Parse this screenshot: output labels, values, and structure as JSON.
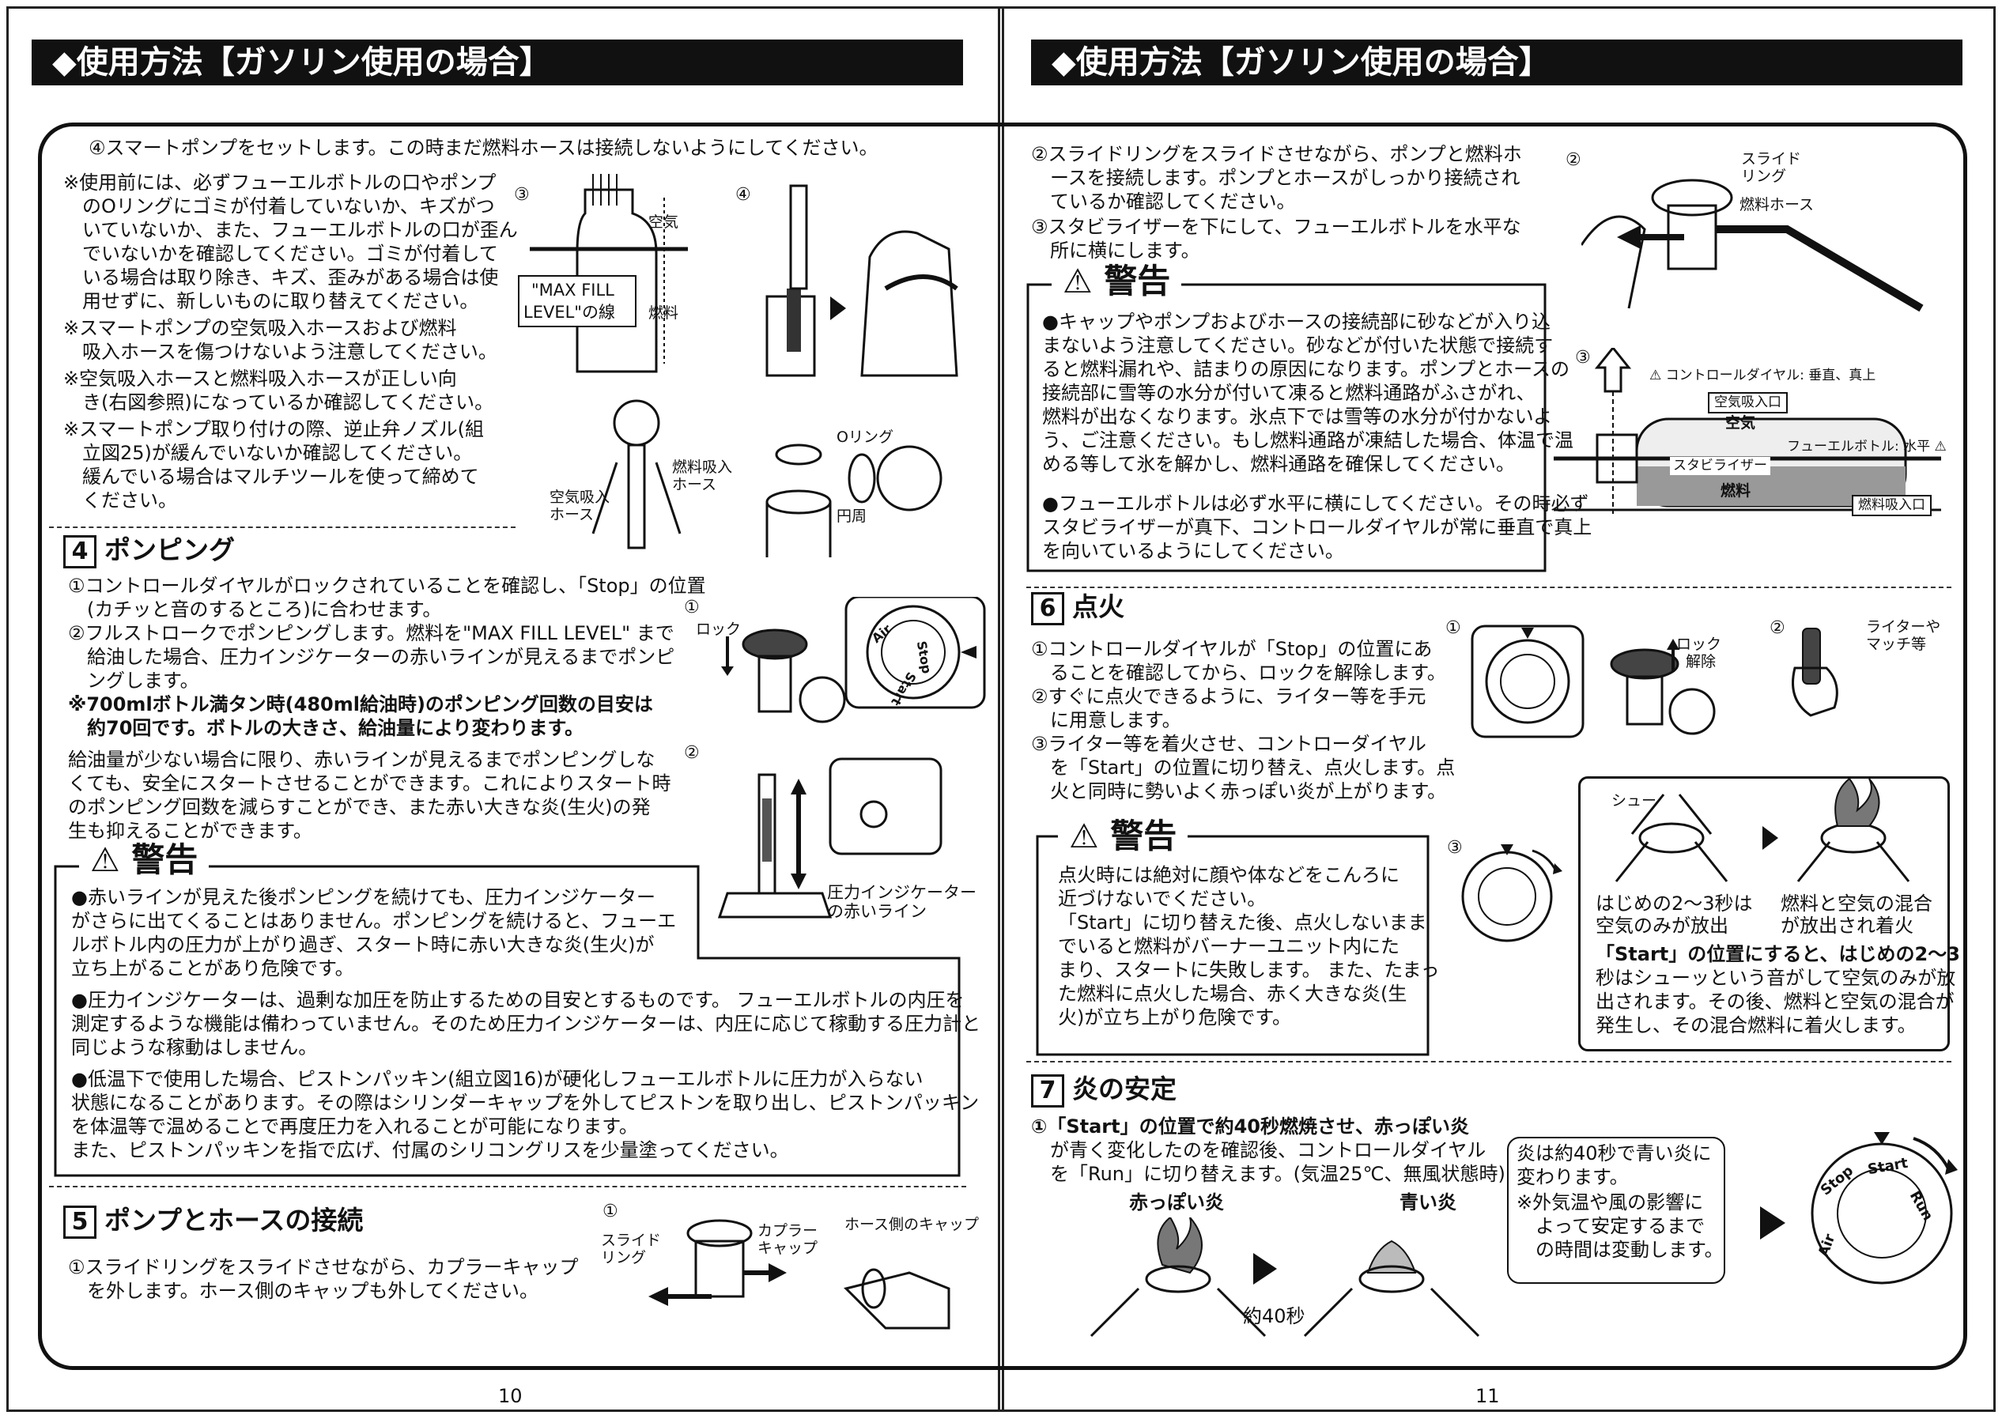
{
  "left": {
    "header": "◆使用方法【ガソリン使用の場合】",
    "intro4": "④スマートポンプをセットします。この時まだ燃料ホースは接続しないようにしてください。",
    "notes": [
      [
        "※使用前には、必ずフューエルボトルの口やポンプ",
        "のOリングにゴミが付着していないか、キズがつ",
        "いていないか、また、フューエルボトルの口が歪ん",
        "でいないかを確認してください。ゴミが付着して",
        "いる場合は取り除き、キズ、歪みがある場合は使",
        "用せずに、新しいものに取り替えてください。"
      ],
      [
        "※スマートポンプの空気吸入ホースおよび燃料",
        "吸入ホースを傷つけないよう注意してください。"
      ],
      [
        "※空気吸入ホースと燃料吸入ホースが正しい向",
        "き(右図参照)になっているか確認してください。"
      ],
      [
        "※スマートポンプ取り付けの際、逆止弁ノズル(組",
        "立図25)が緩んでいないか確認してください。",
        "緩んでいる場合はマルチツールを使って締めて",
        "ください。"
      ]
    ],
    "fig3": {
      "num": "③",
      "air": "空気",
      "fuel": "燃料",
      "maxfill_1": "\"MAX FILL",
      "maxfill_2": "LEVEL\"の線"
    },
    "fig4": {
      "num": "④"
    },
    "pump_labels": {
      "air_hose_1": "空気吸入",
      "air_hose_2": "ホース",
      "fuel_hose_1": "燃料吸入",
      "fuel_hose_2": "ホース",
      "oring": "Oリング",
      "circle": "円周"
    },
    "s4": {
      "num": "4",
      "title": "ポンピング",
      "p1": [
        "①コントロールダイヤルがロックされていることを確認し、「Stop」の位置",
        "　(カチッと音のするところ)に合わせます。"
      ],
      "p2": [
        "②フルストロークでポンピングします。燃料を\"MAX FILL LEVEL\" まで",
        "　給油した場合、圧力インジケーターの赤いラインが見えるまでポンピ",
        "　ングします。"
      ],
      "bold": [
        "※700mlボトル満タン時(480ml給油時)のポンピング回数の目安は",
        "　約70回です。ボトルの大きさ、給油量により変わります。"
      ],
      "para": [
        "給油量が少ない場合に限り、赤いラインが見えるまでポンピングしな",
        "くても、安全にスタートさせることができます。これによりスタート時",
        "のポンピング回数を減らすことができ、また赤い大きな炎(生火)の発",
        "生も抑えることができます。"
      ],
      "fig1": "①",
      "lock": "ロック",
      "fig2": "②",
      "indicator_1": "圧力インジケーター",
      "indicator_2": "の赤いライン",
      "dial": {
        "air": "Air",
        "stop": "Stop",
        "start": "Start"
      }
    },
    "warn": {
      "title": "警告",
      "b1": [
        "●赤いラインが見えた後ポンピングを続けても、圧力インジケーター",
        "がさらに出てくることはありません。ポンピングを続けると、フューエ",
        "ルボトル内の圧力が上がり過ぎ、スタート時に赤い大きな炎(生火)が",
        "立ち上がることがあり危険です。"
      ],
      "b2": [
        "●圧力インジケーターは、過剰な加圧を防止するための目安とするものです。 フューエルボトルの内圧を",
        "測定するような機能は備わっていません。そのため圧力インジケーターは、内圧に応じて稼動する圧力計と",
        "同じような稼動はしません。"
      ],
      "b3": [
        "●低温下で使用した場合、ピストンパッキン(組立図16)が硬化しフューエルボトルに圧力が入らない",
        "状態になることがあります。その際はシリンダーキャップを外してピストンを取り出し、ピストンパッキン",
        "を体温等で温めることで再度圧力を入れることが可能になります。",
        "また、ピストンパッキンを指で広げ、付属のシリコングリスを少量塗ってください。"
      ]
    },
    "s5": {
      "num": "5",
      "title": "ポンプとホースの接続",
      "p1": [
        "①スライドリングをスライドさせながら、カプラーキャップ",
        "　を外します。ホース側のキャップも外してください。"
      ],
      "fig1": "①",
      "slide_1": "スライド",
      "slide_2": "リング",
      "coupler_1": "カプラー",
      "coupler_2": "キャップ",
      "hosecap": "ホース側のキャップ"
    },
    "page": "10"
  },
  "right": {
    "header": "◆使用方法【ガソリン使用の場合】",
    "p2": [
      "②スライドリングをスライドさせながら、ポンプと燃料ホ",
      "　ースを接続します。ポンプとホースがしっかり接続され",
      "　ているか確認してください。"
    ],
    "p3": [
      "③スタビライザーを下にして、フューエルボトルを水平な",
      "　所に横にします。"
    ],
    "fig2": {
      "num": "②",
      "slide_1": "スライド",
      "slide_2": "リング",
      "fuel_hose": "燃料ホース"
    },
    "warn": {
      "title": "警告",
      "b1": [
        "●キャップやポンプおよびホースの接続部に砂などが入り込",
        "まないよう注意してください。砂などが付いた状態で接続す",
        "ると燃料漏れや、詰まりの原因になります。ポンプとホースの",
        "接続部に雪等の水分が付いて凍ると燃料通路がふさがれ、",
        "燃料が出なくなります。氷点下では雪等の水分が付かないよ",
        "う、ご注意ください。もし燃料通路が凍結した場合、体温で温",
        "める等して氷を解かし、燃料通路を確保してください。"
      ],
      "b2": [
        "●フューエルボトルは必ず水平に横にしてください。その時必ず",
        "スタビライザーが真下、コントロールダイヤルが常に垂直で真上",
        "を向いているようにしてください。"
      ]
    },
    "fig3": {
      "num": "③",
      "dial_note": "コントロールダイヤル: 垂直、真上",
      "air_in": "空気吸入口",
      "air": "空気",
      "bottle": "フューエルボトル: 水平",
      "stabilizer": "スタビライザー",
      "fuel": "燃料",
      "fuel_in": "燃料吸入口"
    },
    "s6": {
      "num": "6",
      "title": "点火",
      "p1": [
        "①コントロールダイヤルが「Stop」の位置にあ",
        "　ることを確認してから、ロックを解除します。"
      ],
      "p2": [
        "②すぐに点火できるように、ライター等を手元",
        "　に用意します。"
      ],
      "p3": [
        "③ライター等を着火させ、コントローダイヤル",
        "　を「Start」の位置に切り替え、点火します。点",
        "　火と同時に勢いよく赤っぽい炎が上がります。"
      ],
      "fig1": "①",
      "unlock_1": "ロック",
      "unlock_2": "解除",
      "fig2": "②",
      "lighter_1": "ライターや",
      "lighter_2": "マッチ等",
      "fig3": "③",
      "warn_title": "警告",
      "warn": [
        "点火時には絶対に顔や体などをこんろに",
        "近づけないでください。",
        "「Start」に切り替えた後、点火しないまま",
        "でいると燃料がバーナーユニット内にた",
        "まり、スタートに失敗します。 また、たまっ",
        "た燃料に点火した場合、赤く大きな炎(生",
        "火)が立ち上がり危険です。"
      ],
      "shoo": "シュー",
      "cap1": [
        "はじめの2〜3秒は",
        "空気のみが放出"
      ],
      "cap2": [
        "燃料と空気の混合",
        "が放出され着火"
      ],
      "start_text": [
        "「Start」の位置にすると、はじめの2〜3",
        "秒はシューッという音がして空気のみが放",
        "出されます。その後、燃料と空気の混合が",
        "発生し、その混合燃料に着火します。"
      ]
    },
    "s7": {
      "num": "7",
      "title": "炎の安定",
      "p1": [
        "①「Start」の位置で約40秒燃焼させ、赤っぽい炎",
        "　が青く変化したのを確認後、コントロールダイヤル",
        "　を「Run」に切り替えます。(気温25℃、無風状態時)"
      ],
      "red": "赤っぽい炎",
      "blue": "青い炎",
      "sec": "約40秒",
      "note": [
        "炎は約40秒で青い炎に",
        "変わります。",
        "※外気温や風の影響に",
        "　よって安定するまで",
        "　の時間は変動します。"
      ],
      "dial": {
        "air": "Air",
        "stop": "Stop",
        "start": "Start",
        "run": "Run"
      }
    },
    "page": "11"
  }
}
